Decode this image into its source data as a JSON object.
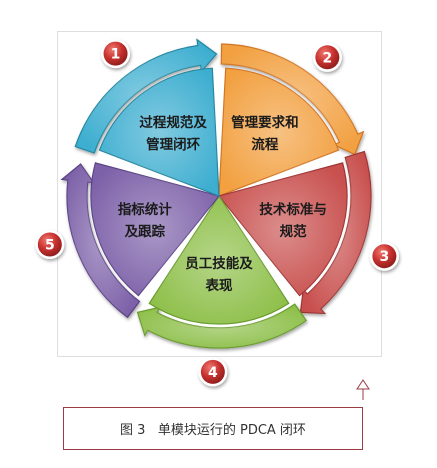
{
  "segments": [
    {
      "label_lines": [
        "管理要求和",
        "流程"
      ],
      "badge": "1",
      "fill": "#f2a040",
      "edge": "#d27420"
    },
    {
      "label_lines": [
        "技术标准与",
        "规范"
      ],
      "badge": "2",
      "fill": "#c8504e",
      "edge": "#9e3433"
    },
    {
      "label_lines": [
        "员工技能及",
        "表现"
      ],
      "badge": "3",
      "fill": "#8dbf48",
      "edge": "#679a2c"
    },
    {
      "label_lines": [
        "指标统计",
        "及跟踪"
      ],
      "badge": "4",
      "fill": "#7c60a8",
      "edge": "#5a4384"
    },
    {
      "label_lines": [
        "过程规范及",
        "管理闭环"
      ],
      "badge": "5",
      "fill": "#3eaed0",
      "edge": "#22869f"
    }
  ],
  "badge_color": "#c8312f",
  "caption": "图 3   单模块运行的 PDCA 闭环",
  "caption_border_color": "#9b3b44"
}
